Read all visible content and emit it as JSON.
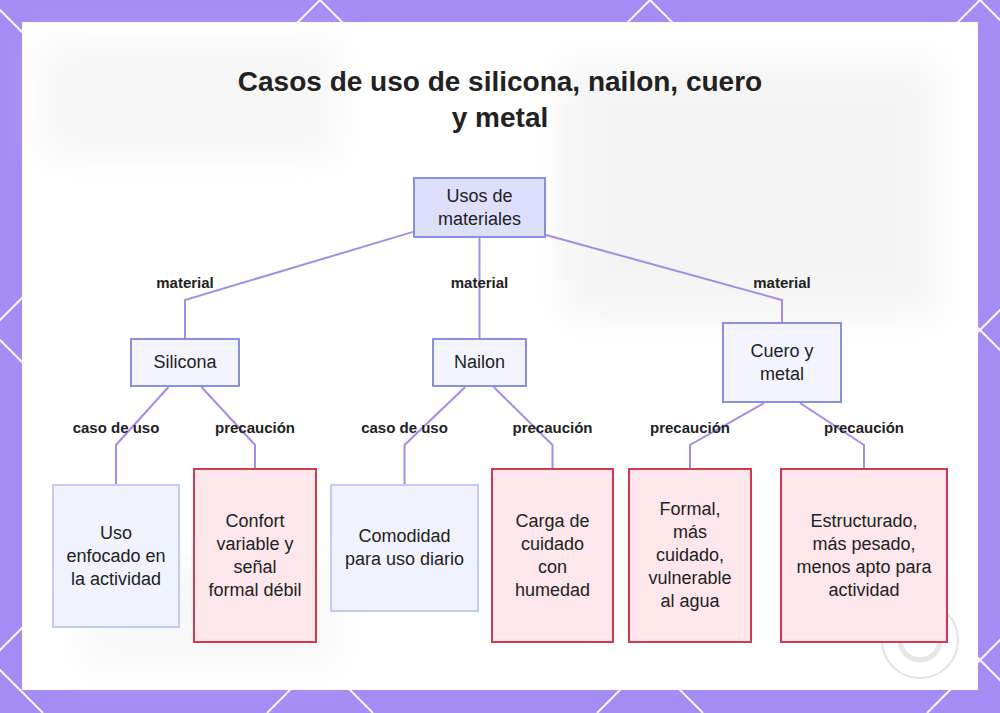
{
  "diagram": {
    "title": "Casos de uso de silicona, nailon, cuero y metal",
    "nodes": [
      {
        "text": [
          "Usos de materiales"
        ]
      },
      {
        "text": [
          "Silicona"
        ]
      },
      {
        "text": [
          "Nailon"
        ]
      },
      {
        "text": [
          "Cuero y metal"
        ]
      },
      {
        "text": [
          "Uso enfocado en la actividad"
        ]
      },
      {
        "text": [
          "Confort variable y señal formal débil"
        ]
      },
      {
        "text": [
          "Comodidad para uso diario"
        ]
      },
      {
        "text": [
          "Carga de cuidado con humedad"
        ]
      },
      {
        "text": [
          "Formal, más cuidado, vulnerable al agua"
        ]
      },
      {
        "text": [
          "Estructurado, más pesado, menos apto para actividad"
        ]
      }
    ],
    "edges": [
      {
        "from": 0,
        "to": 1,
        "label": "material",
        "arrow": "none"
      },
      {
        "from": 0,
        "to": 2,
        "label": "material",
        "arrow": "none"
      },
      {
        "from": 0,
        "to": 3,
        "label": "material",
        "arrow": "none"
      },
      {
        "from": 1,
        "to": 4,
        "label": "caso de uso",
        "arrow": "none"
      },
      {
        "from": 1,
        "to": 5,
        "label": "precaución",
        "arrow": "none"
      },
      {
        "from": 2,
        "to": 6,
        "label": "caso de uso",
        "arrow": "none"
      },
      {
        "from": 2,
        "to": 7,
        "label": "precaución",
        "arrow": "none"
      },
      {
        "from": 3,
        "to": 8,
        "label": "precaución",
        "arrow": "none"
      },
      {
        "from": 3,
        "to": 9,
        "label": "precaución",
        "arrow": "none"
      }
    ]
  }
}
